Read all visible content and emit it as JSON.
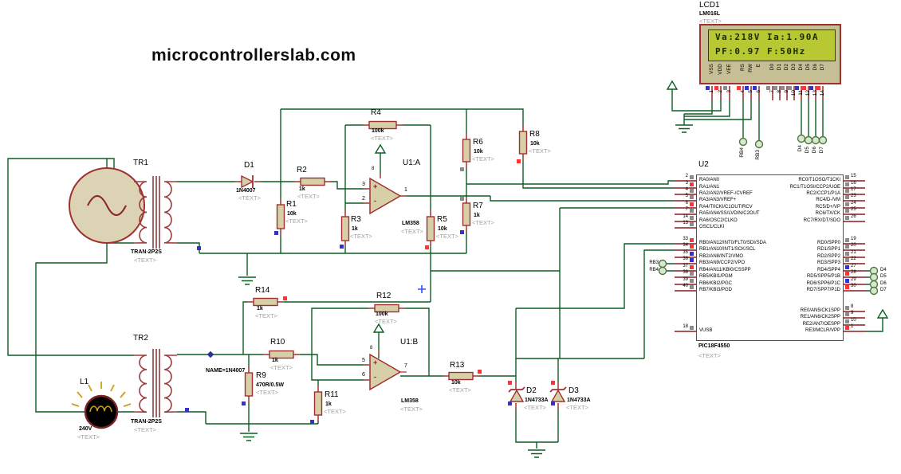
{
  "watermark": "microcontrollerslab.com",
  "colors": {
    "wire_green": "#0B5E22",
    "component_red": "#A03030",
    "lead_red": "#C05050",
    "body_fill": "#D6CFA8",
    "screen_green": "#B7C832",
    "marker_blue": "#3333CC",
    "marker_red": "#FF3333",
    "marker_gray": "#8C8C8C",
    "terminal_ring": "#4F7942"
  },
  "lcd": {
    "ref": "LCD1",
    "part": "LM016L",
    "placeholder": "<TEXT>",
    "line1": "Va:218V Ia:1.90A",
    "line2": "PF:0.97 F:50Hz",
    "pins": [
      {
        "num": "1",
        "name": "VSS",
        "sq": "blue"
      },
      {
        "num": "2",
        "name": "VDD",
        "sq": "red"
      },
      {
        "num": "3",
        "name": "VEE",
        "sq": "gray"
      },
      {
        "num": "4",
        "name": "RS",
        "sq": "red"
      },
      {
        "num": "5",
        "name": "RW",
        "sq": "blue"
      },
      {
        "num": "6",
        "name": "E",
        "sq": "blue"
      },
      {
        "num": "7",
        "name": "D0",
        "sq": "gray"
      },
      {
        "num": "8",
        "name": "D1",
        "sq": "gray"
      },
      {
        "num": "9",
        "name": "D2",
        "sq": "gray"
      },
      {
        "num": "10",
        "name": "D3",
        "sq": "gray"
      },
      {
        "num": "11",
        "name": "D4",
        "sq": "blue"
      },
      {
        "num": "12",
        "name": "D5",
        "sq": "red"
      },
      {
        "num": "13",
        "name": "D6",
        "sq": "blue"
      },
      {
        "num": "14",
        "name": "D7",
        "sq": "red"
      }
    ],
    "terminals": [
      "RB4",
      "RB3"
    ],
    "data_terminals": [
      "D4",
      "D5",
      "D6",
      "D7"
    ]
  },
  "pic": {
    "ref": "U2",
    "part": "PIC18F4550",
    "placeholder": "<TEXT>",
    "left_pins": [
      {
        "num": "2",
        "name": "RA0/AN0",
        "sq": "gray"
      },
      {
        "num": "3",
        "name": "RA1/AN1",
        "sq": "red"
      },
      {
        "num": "4",
        "name": "RA2/AN2/VREF-/CVREF",
        "sq": "gray"
      },
      {
        "num": "5",
        "name": "RA3/AN3/VREF+",
        "sq": "gray"
      },
      {
        "num": "6",
        "name": "RA4/T0CKI/C1OUT/RCV",
        "sq": "red"
      },
      {
        "num": "7",
        "name": "RA5/AN4/SS/LVDIN/C2OUT",
        "sq": "gray"
      },
      {
        "num": "14",
        "name": "RA6/OSC2/CLKO",
        "sq": "gray"
      },
      {
        "num": "13",
        "name": "OSC1/CLKI",
        "sq": "gray"
      },
      {
        "num": "33",
        "name": "RB0/AN12/INT0/FLT0/SDI/SDA",
        "sq": "red"
      },
      {
        "num": "34",
        "name": "RB1/AN10/INT1/SCK/SCL",
        "sq": "red"
      },
      {
        "num": "35",
        "name": "RB2/AN8/INT2/VMO",
        "sq": "blue"
      },
      {
        "num": "36",
        "name": "RB3/AN9/CCP2/VPO",
        "sq": "blue"
      },
      {
        "num": "37",
        "name": "RB4/AN11/KBI0/CSSPP",
        "sq": "red"
      },
      {
        "num": "38",
        "name": "RB5/KBI1/PGM",
        "sq": "gray"
      },
      {
        "num": "39",
        "name": "RB6/KBI2/PGC",
        "sq": "gray"
      },
      {
        "num": "40",
        "name": "RB7/KBI3/PGD",
        "sq": "gray"
      },
      {
        "num": "18",
        "name": "VUSB",
        "sq": "gray"
      }
    ],
    "right_pins": [
      {
        "num": "15",
        "name": "RC0/T1OSO/T1CKI",
        "sq": "gray"
      },
      {
        "num": "16",
        "name": "RC1/T1OSI/CCP2/UOE",
        "sq": "gray"
      },
      {
        "num": "17",
        "name": "RC2/CCP1/P1A",
        "sq": "gray"
      },
      {
        "num": "23",
        "name": "RC4/D-/VM",
        "sq": "gray"
      },
      {
        "num": "24",
        "name": "RC5/D+/VP",
        "sq": "gray"
      },
      {
        "num": "25",
        "name": "RC6/TX/CK",
        "sq": "gray"
      },
      {
        "num": "26",
        "name": "RC7/RX/DT/SDO",
        "sq": "gray"
      },
      {
        "num": "19",
        "name": "RD0/SPP0",
        "sq": "gray"
      },
      {
        "num": "20",
        "name": "RD1/SPP1",
        "sq": "gray"
      },
      {
        "num": "21",
        "name": "RD2/SPP2",
        "sq": "gray"
      },
      {
        "num": "22",
        "name": "RD3/SPP3",
        "sq": "gray"
      },
      {
        "num": "27",
        "name": "RD4/SPP4",
        "sq": "blue"
      },
      {
        "num": "28",
        "name": "RD5/SPP5/P1B",
        "sq": "red"
      },
      {
        "num": "29",
        "name": "RD6/SPP6/P1C",
        "sq": "blue"
      },
      {
        "num": "30",
        "name": "RD7/SPP7/P1D",
        "sq": "red"
      },
      {
        "num": "8",
        "name": "RE0/AN5/CK1SPP",
        "sq": "gray"
      },
      {
        "num": "9",
        "name": "RE1/AN6/CK2SPP",
        "sq": "gray"
      },
      {
        "num": "10",
        "name": "RE2/AN7/OESPP",
        "sq": "gray"
      },
      {
        "num": "1",
        "name": "RE3/MCLR/VPP",
        "sq": "red"
      }
    ],
    "port_terminals": [
      "RB3",
      "RB4"
    ],
    "data_terminals": [
      "D4",
      "D5",
      "D6",
      "D7"
    ]
  },
  "opamp_a": {
    "ref": "U1:A",
    "part": "LM358",
    "placeholder": "<TEXT>",
    "pin_plus": "3",
    "pin_minus": "2",
    "pin_out": "1",
    "pin_vcc": "8",
    "plus": "+",
    "minus": "-"
  },
  "opamp_b": {
    "ref": "U1:B",
    "part": "LM358",
    "placeholder": "<TEXT>",
    "pin_plus": "5",
    "pin_minus": "6",
    "pin_out": "7",
    "pin_vcc": "8",
    "plus": "+",
    "minus": "-"
  },
  "resistors": {
    "r1": {
      "ref": "R1",
      "value": "10k",
      "placeholder": "<TEXT>"
    },
    "r2": {
      "ref": "R2",
      "value": "1k",
      "placeholder": "<TEXT>"
    },
    "r3": {
      "ref": "R3",
      "value": "1k",
      "placeholder": "<TEXT>"
    },
    "r4": {
      "ref": "R4",
      "value": "100k",
      "placeholder": "<TEXT>"
    },
    "r5": {
      "ref": "R5",
      "value": "10k",
      "placeholder": "<TEXT>"
    },
    "r6": {
      "ref": "R6",
      "value": "10k",
      "placeholder": "<TEXT>"
    },
    "r7": {
      "ref": "R7",
      "value": "1k",
      "placeholder": "<TEXT>"
    },
    "r8": {
      "ref": "R8",
      "value": "10k",
      "placeholder": "<TEXT>"
    },
    "r9": {
      "ref": "R9",
      "value": "470R/0.5W",
      "placeholder": "<TEXT>"
    },
    "r10": {
      "ref": "R10",
      "value": "1k",
      "placeholder": "<TEXT>"
    },
    "r11": {
      "ref": "R11",
      "value": "1k",
      "placeholder": "<TEXT>"
    },
    "r12": {
      "ref": "R12",
      "value": "100k",
      "placeholder": "<TEXT>"
    },
    "r13": {
      "ref": "R13",
      "value": "10k",
      "placeholder": "<TEXT>"
    },
    "r14": {
      "ref": "R14",
      "value": "1k",
      "placeholder": "<TEXT>"
    }
  },
  "diodes": {
    "d1": {
      "ref": "D1",
      "value": "1N4007",
      "placeholder": "<TEXT>"
    },
    "d2": {
      "ref": "D2",
      "value": "1N4733A",
      "placeholder": "<TEXT>"
    },
    "d3": {
      "ref": "D3",
      "value": "1N4733A",
      "placeholder": "<TEXT>"
    }
  },
  "diode_name_label": "NAME=1N4007",
  "transformers": {
    "tr1": {
      "ref": "TR1",
      "value": "TRAN-2P2S",
      "placeholder": "<TEXT>"
    },
    "tr2": {
      "ref": "TR2",
      "value": "TRAN-2P2S",
      "placeholder": "<TEXT>"
    }
  },
  "lamp": {
    "ref": "L1",
    "value": "240V",
    "placeholder": "<TEXT>"
  }
}
